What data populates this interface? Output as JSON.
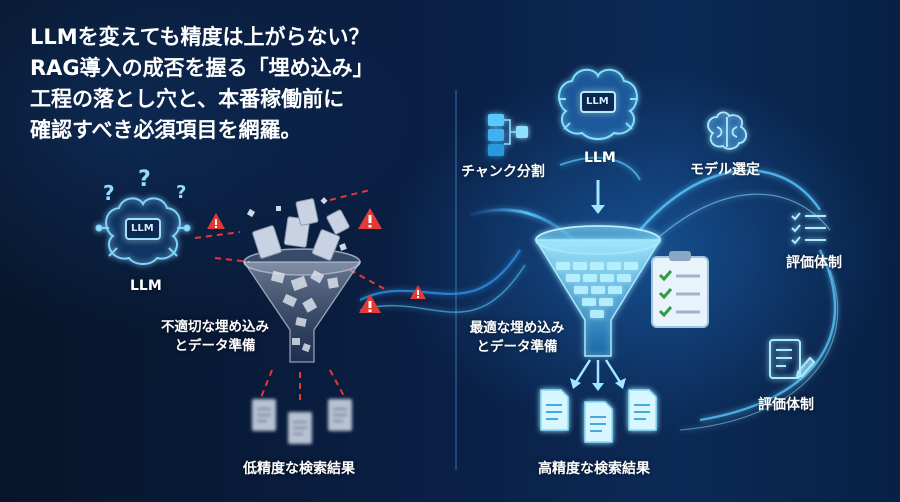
{
  "headline": {
    "lines": [
      "LLMを変えても精度は上がらない？",
      "RAG導入の成否を握る「埋め込み」",
      "工程の落とし穴と、本番稼働前に",
      "確認すべき必須項目を網羅。"
    ]
  },
  "left_panel": {
    "llm_label": "LLM",
    "llm_chip_text": "LLM",
    "question_marks": [
      "?",
      "?",
      "?"
    ],
    "funnel_label_lines": [
      "不適切な埋め込み",
      "とデータ準備"
    ],
    "result_label": "低精度な検索結果"
  },
  "right_panel": {
    "top_llm_label": "LLM",
    "top_llm_chip_text": "LLM",
    "chunk_label": "チャンク分割",
    "model_label": "モデル選定",
    "eval_label_1": "評価体制",
    "eval_label_2": "評価体制",
    "funnel_label_lines": [
      "最適な埋め込み",
      "とデータ準備"
    ],
    "result_label": "高精度な検索結果"
  },
  "colors": {
    "background": "#0a2046",
    "warning_red": "#e53935",
    "glow_cyan": "#5fd8ff",
    "text_white": "#ffffff"
  }
}
